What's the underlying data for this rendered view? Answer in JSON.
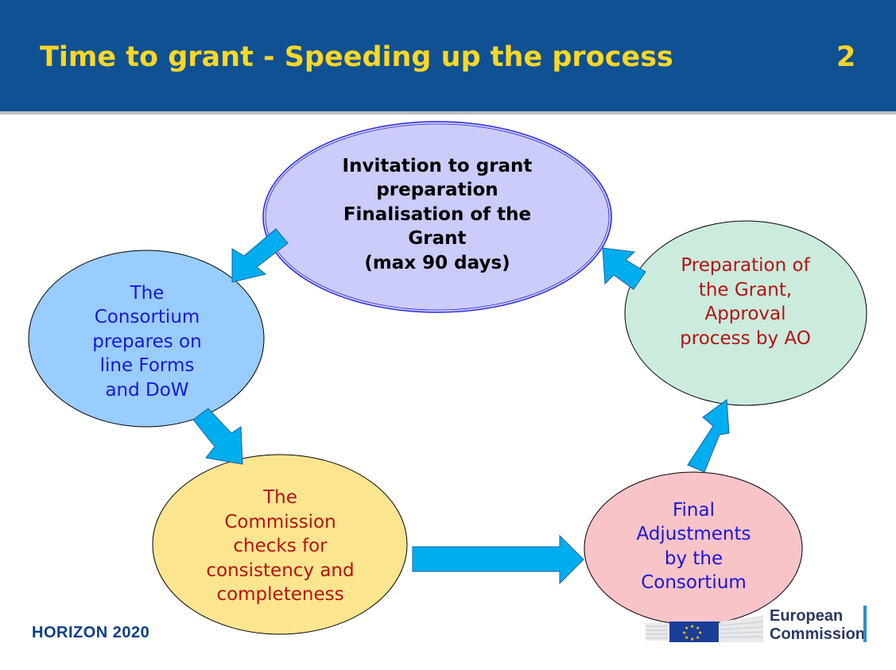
{
  "header": {
    "title": "Time to grant - Speeding up the process",
    "slide_number": "2"
  },
  "colors": {
    "header_bg": "#0f5193",
    "title": "#ffd724",
    "arrow": "#00aeef",
    "top_ellipse": "#ccccfc",
    "left_ellipse": "#99ccff",
    "bottom_ellipse": "#fbe58f",
    "bottom_right_ellipse": "#f9c4c7",
    "right_ellipse": "#cbebdc"
  },
  "diagram": {
    "nodes": {
      "top": {
        "lines": [
          "Invitation to grant",
          "preparation",
          "Finalisation of the",
          "Grant",
          "(max 90 days)"
        ]
      },
      "left": {
        "lines": [
          "The",
          "Consortium",
          "prepares on",
          "line Forms",
          "and DoW"
        ]
      },
      "bottom": {
        "lines": [
          "The",
          "Commission",
          "checks for",
          "consistency and",
          "completeness"
        ]
      },
      "bottom_right": {
        "lines": [
          "Final",
          "Adjustments",
          "by the",
          "Consortium"
        ]
      },
      "right": {
        "lines": [
          "Preparation of",
          "the Grant,",
          "Approval",
          "process by AO"
        ]
      }
    }
  },
  "footer": {
    "programme": "HORIZON 2020",
    "logo_line1": "European",
    "logo_line2": "Commission"
  }
}
